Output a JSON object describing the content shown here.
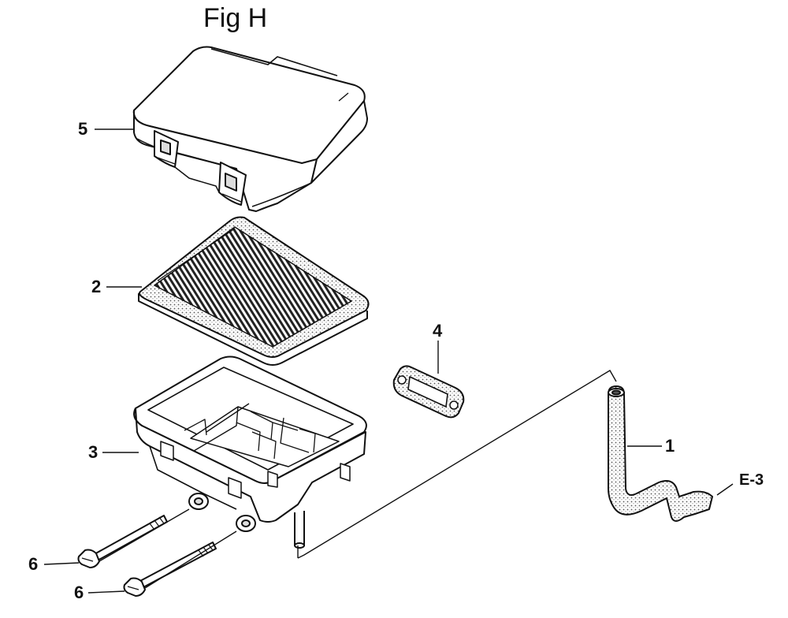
{
  "figure": {
    "title": "Fig H"
  },
  "callouts": {
    "hose": "1",
    "filter_element": "2",
    "air_cleaner_case": "3",
    "gasket": "4",
    "air_cleaner_cover": "5",
    "bolt_upper": "6",
    "bolt_lower": "6"
  },
  "reference": {
    "label": "E-3"
  },
  "colors": {
    "line": "#111111",
    "fill": "#ffffff",
    "shade": "#d9d9d9",
    "dots": "#555555"
  }
}
